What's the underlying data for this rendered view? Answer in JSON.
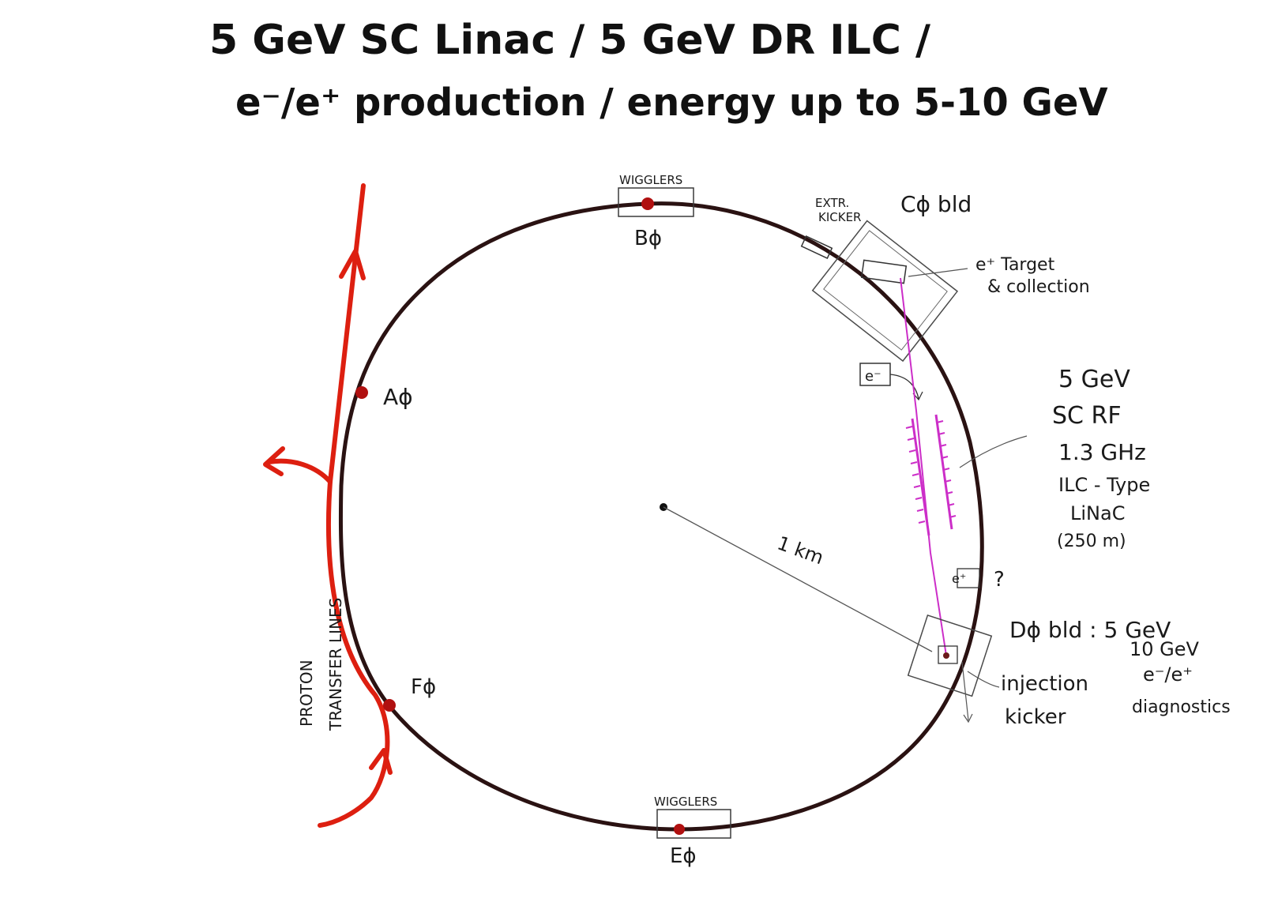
{
  "title": {
    "line1": "5 GeV SC Linac / 5 GeV DR ILC /",
    "line2": "e⁻/e⁺ production / energy up to 5-10 GeV"
  },
  "labels": {
    "wigglers_top": "WIGGLERS",
    "wigglers_bottom": "WIGGLERS",
    "b0": "Bϕ",
    "e0": "Eϕ",
    "a0": "Aϕ",
    "f0": "Fϕ",
    "c0": "Cϕ bld",
    "extr_kicker_1": "EXTR.",
    "extr_kicker_2": "KICKER",
    "target_1": "e⁺ Target",
    "target_2": "& collection",
    "e_minus_box": "e⁻",
    "linac_1": "5 GeV",
    "linac_2": "SC RF",
    "linac_3": "1.3 GHz",
    "linac_4": "ILC - Type",
    "linac_5": "LiNaC",
    "linac_6": "(250 m)",
    "radius": "1 km",
    "d0_1": "Dϕ bld : 5 GeV",
    "d0_2": "10 GeV",
    "d0_3": "e⁻/e⁺",
    "d0_4": "diagnostics",
    "injection_1": "injection",
    "injection_2": "kicker",
    "e_plus_q": "e⁺",
    "question": "?",
    "proton_1": "PROTON",
    "proton_2": "TRANSFER LINES"
  },
  "colors": {
    "ring": "#2a1212",
    "proton_lines": "#dd1f10",
    "linac": "#cc2ec8",
    "pencil": "#3a3a3a",
    "ink": "#111111"
  }
}
